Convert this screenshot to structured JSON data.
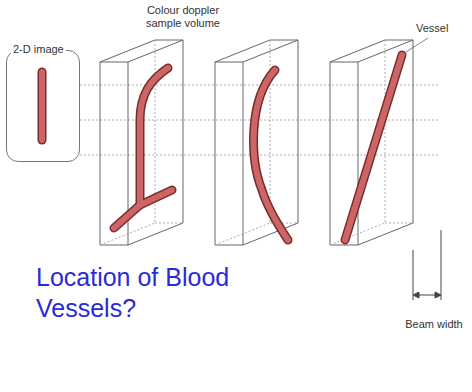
{
  "diagram": {
    "title": "Location of Blood Vessels?",
    "nodes": [
      {
        "text": [
          "2-D image"
        ]
      }
    ],
    "labels": [
      "Colour doppler sample volume",
      "Vessel",
      "Beam width"
    ]
  }
}
